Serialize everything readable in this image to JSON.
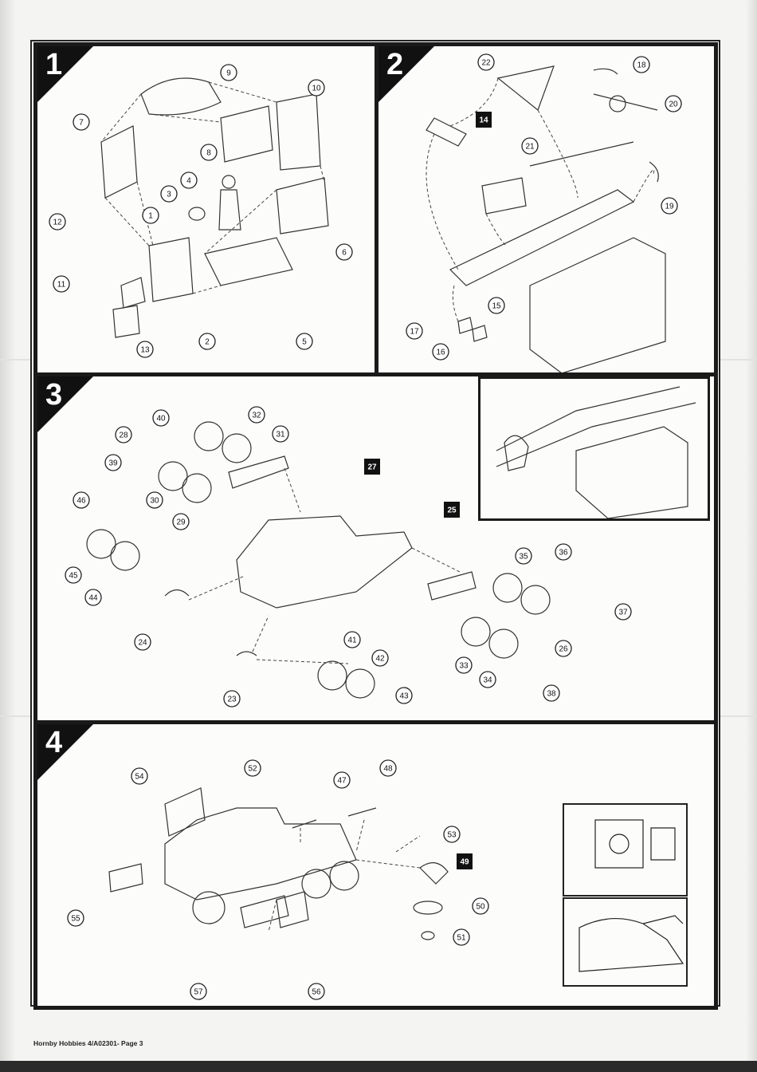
{
  "footer": "Hornby Hobbies 4/A02301- Page 3",
  "steps": [
    {
      "number": "1"
    },
    {
      "number": "2"
    },
    {
      "number": "3"
    },
    {
      "number": "4"
    }
  ],
  "step1_parts": [
    "9",
    "10",
    "7",
    "8",
    "4",
    "3",
    "1",
    "12",
    "6",
    "11",
    "5",
    "2",
    "13"
  ],
  "step2_parts": [
    "22",
    "18",
    "14",
    "20",
    "21",
    "19",
    "15",
    "17",
    "16"
  ],
  "step3_parts": [
    "40",
    "32",
    "31",
    "28",
    "27",
    "39",
    "30",
    "29",
    "46",
    "25",
    "35",
    "36",
    "45",
    "44",
    "37",
    "24",
    "41",
    "42",
    "26",
    "33",
    "34",
    "23",
    "43",
    "38"
  ],
  "step4_parts": [
    "54",
    "52",
    "47",
    "48",
    "53",
    "49",
    "55",
    "50",
    "51",
    "57",
    "56"
  ]
}
